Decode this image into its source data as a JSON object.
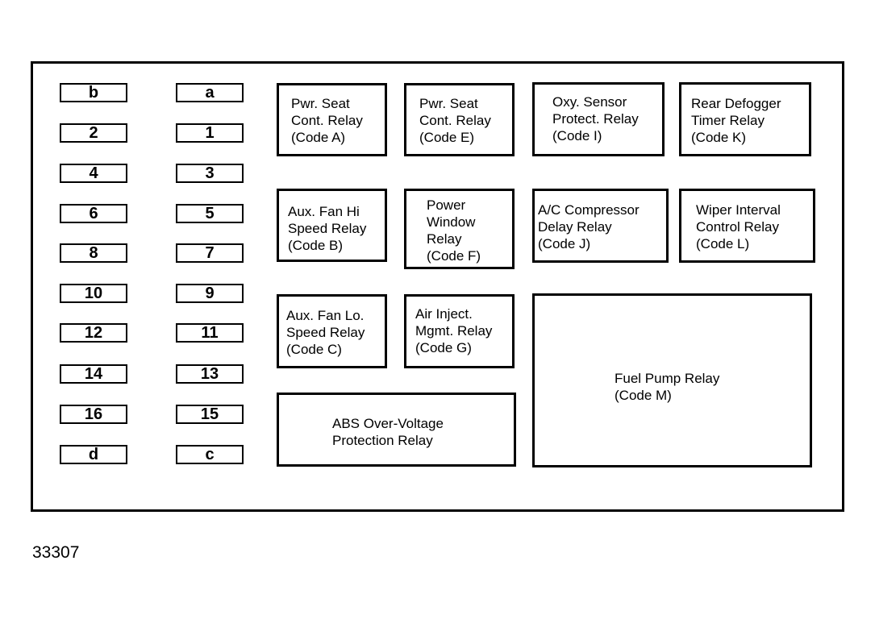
{
  "fuses_left": [
    "b",
    "2",
    "4",
    "6",
    "8",
    "10",
    "12",
    "14",
    "16",
    "d"
  ],
  "fuses_right": [
    "a",
    "1",
    "3",
    "5",
    "7",
    "9",
    "11",
    "13",
    "15",
    "c"
  ],
  "relays": {
    "r1": "Pwr. Seat\nCont. Relay\n(Code A)",
    "r2": "Pwr. Seat\nCont. Relay\n(Code E)",
    "r3": "Oxy. Sensor\nProtect. Relay\n(Code I)",
    "r4": "Rear Defogger\nTimer Relay\n(Code K)",
    "r5": "Aux. Fan Hi\nSpeed Relay\n(Code B)",
    "r6": "Power\nWindow\nRelay\n(Code F)",
    "r7": "A/C Compressor\nDelay Relay\n(Code J)",
    "r8": "Wiper Interval\nControl Relay\n(Code L)",
    "r9": "Aux. Fan Lo.\nSpeed Relay\n(Code C)",
    "r10": "Air Inject.\nMgmt. Relay\n(Code G)",
    "r11": "ABS Over-Voltage\nProtection Relay",
    "r12": "Fuel Pump Relay\n(Code M)"
  },
  "figure_number": "33307"
}
